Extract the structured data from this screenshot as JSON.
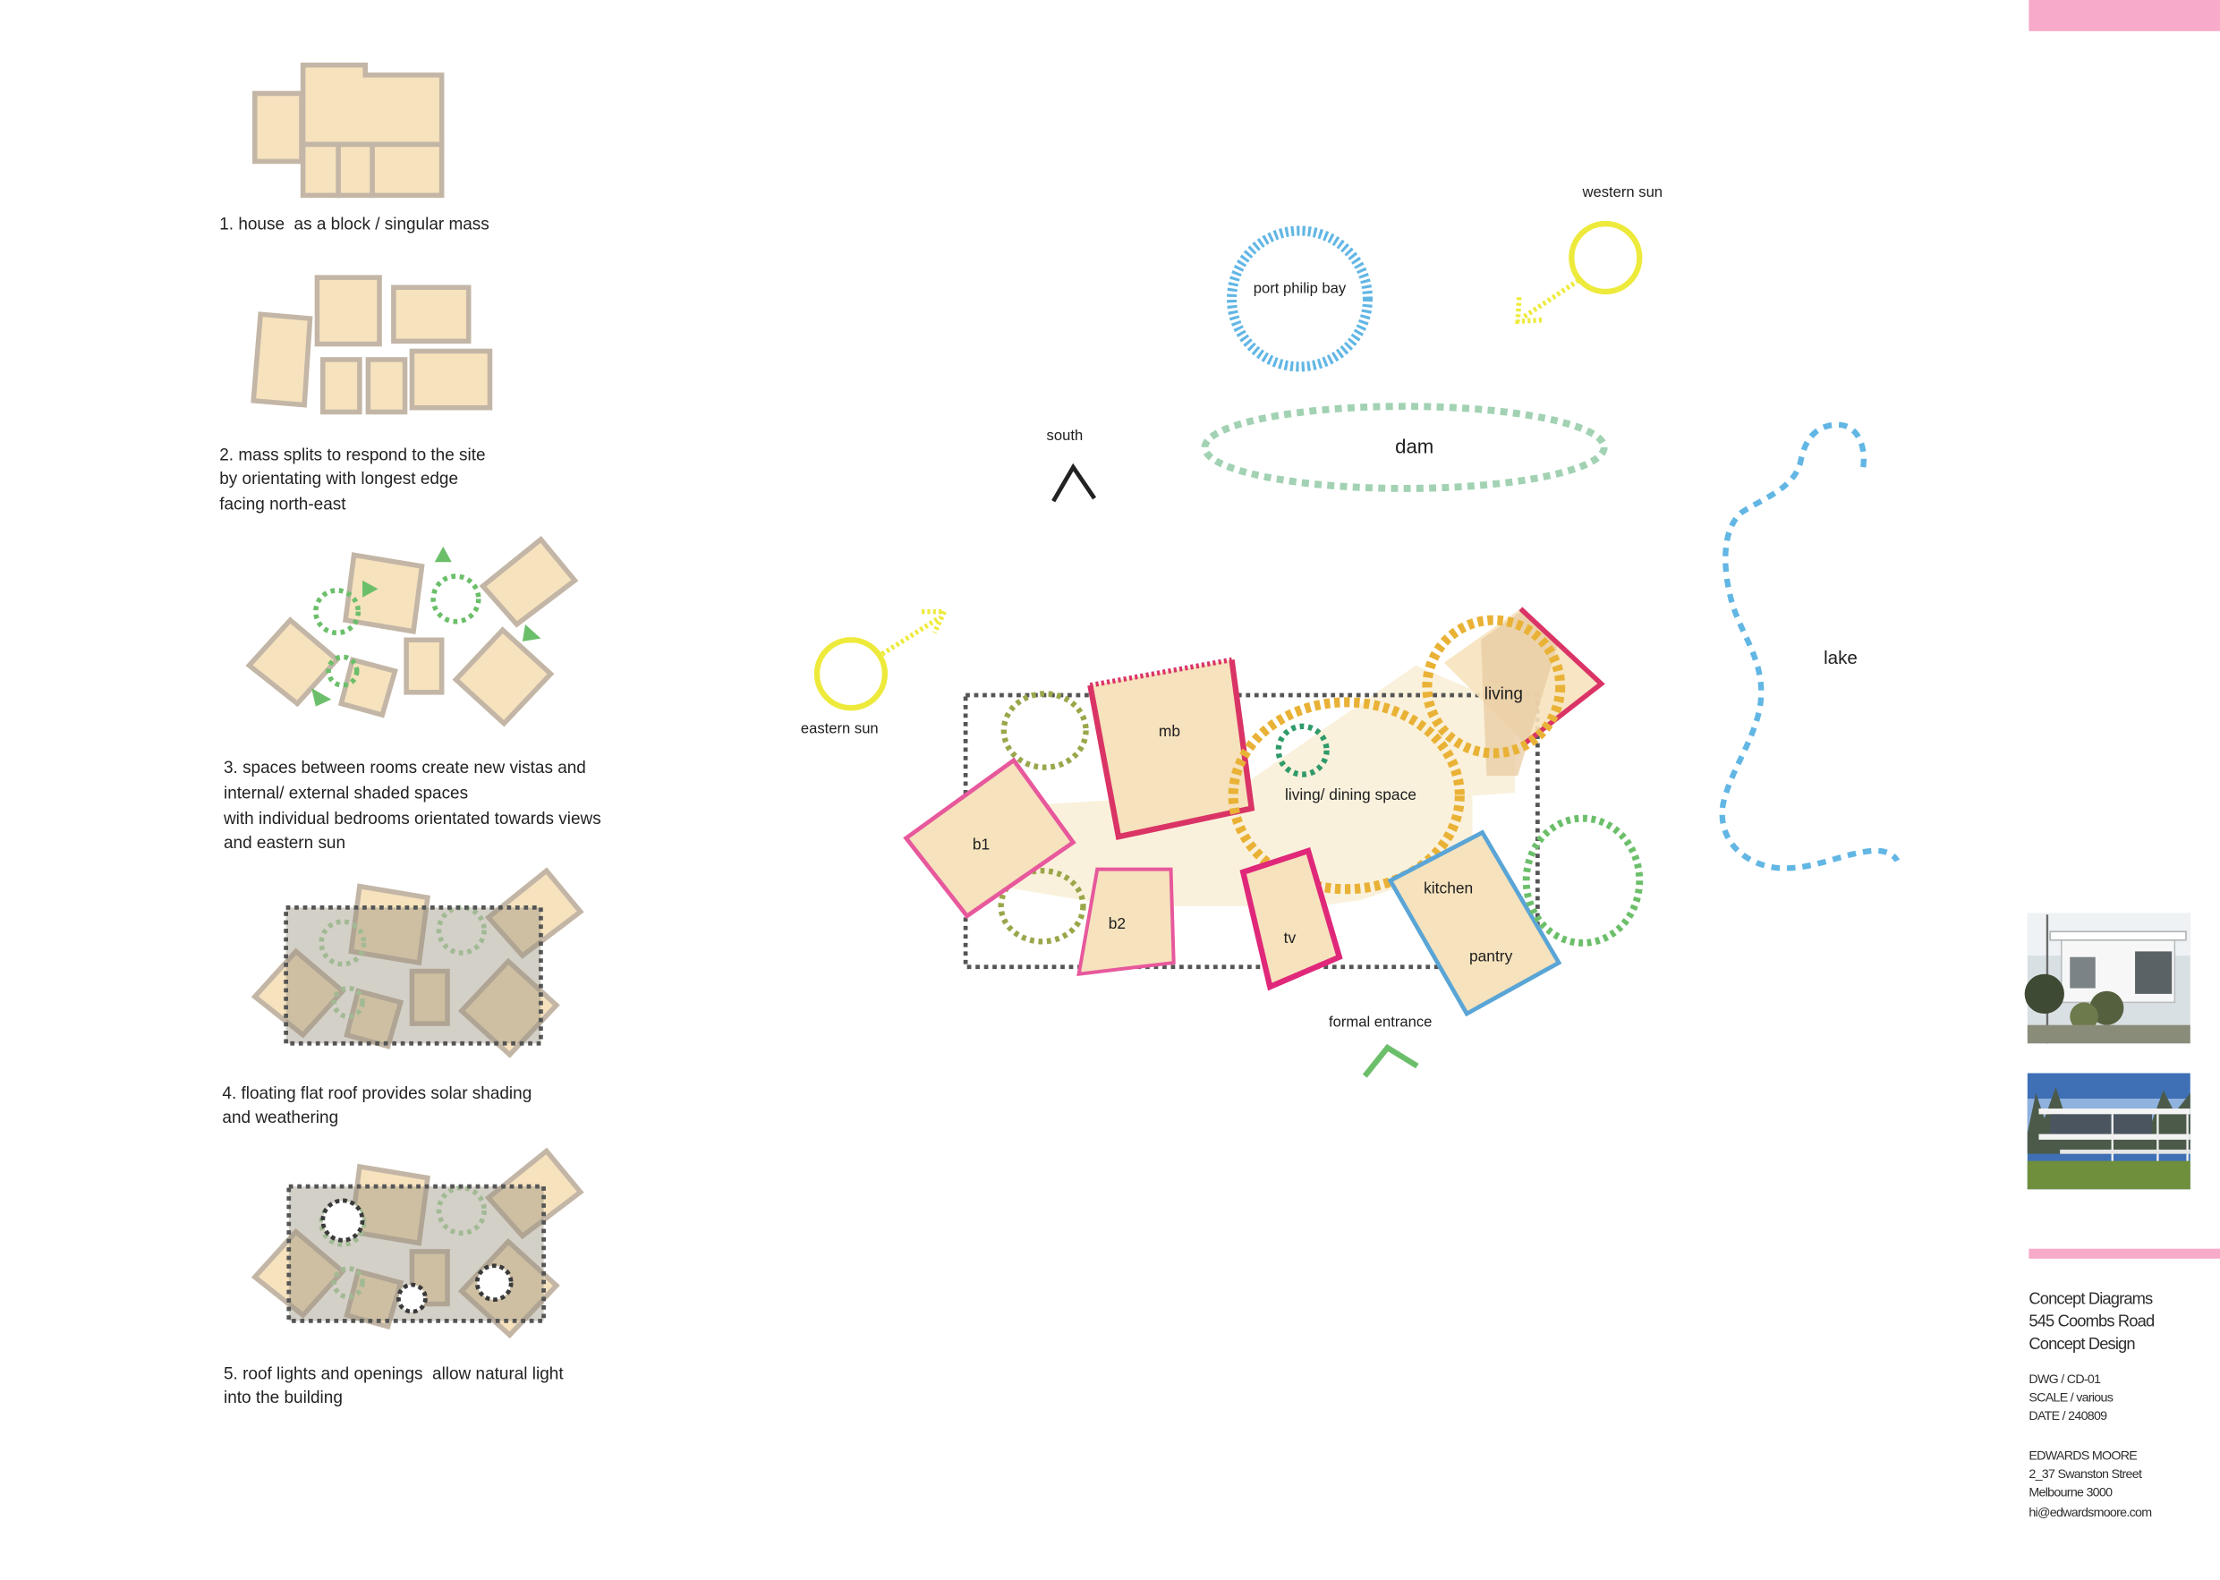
{
  "steps": [
    {
      "lines": [
        "1. house  as a block / singular mass"
      ]
    },
    {
      "lines": [
        "2. mass splits to respond to the site",
        "by orientating with longest edge",
        "facing north-east"
      ]
    },
    {
      "lines": [
        "3. spaces between rooms create new vistas and",
        "internal/ external shaded spaces",
        "with individual bedrooms orientated towards views",
        "and eastern sun"
      ]
    },
    {
      "lines": [
        "4. floating flat roof provides solar shading",
        "and weathering"
      ]
    },
    {
      "lines": [
        "5. roof lights and openings  allow natural light",
        "into the building"
      ]
    }
  ],
  "site_plan": {
    "labels": {
      "western_sun": "western sun",
      "port_philip_bay": "port philip bay",
      "south": "south",
      "dam": "dam",
      "lake": "lake",
      "eastern_sun": "eastern sun",
      "formal_entrance": "formal entrance"
    },
    "rooms": {
      "mb": "mb",
      "b1": "b1",
      "b2": "b2",
      "living": "living",
      "living_dining": "living/ dining space",
      "tv": "tv",
      "kitchen": "kitchen",
      "pantry": "pantry"
    }
  },
  "title_block": {
    "project": [
      "Concept Diagrams",
      "545 Coombs Road",
      "Concept Design"
    ],
    "drawing": [
      "DWG / CD-01",
      "SCALE / various",
      "DATE / 240809"
    ],
    "office": [
      "EDWARDS MOORE",
      "2_37 Swanston Street",
      "Melbourne 3000",
      "hi@edwardsmoore.com"
    ]
  },
  "colors": {
    "room_fill": "#f6e2bd",
    "room_stroke": "#c3b6a6",
    "green": "#6cbf6a",
    "pale_green": "#a9d9a5",
    "blue": "#62b6e4",
    "yellow": "#eeea3c",
    "orange": "#e9b236",
    "pink": "#e7589c",
    "crimson": "#da3466",
    "olive": "#9ba64a",
    "teal_green": "#2f9a6a",
    "accent_pink": "#f7aac9"
  }
}
